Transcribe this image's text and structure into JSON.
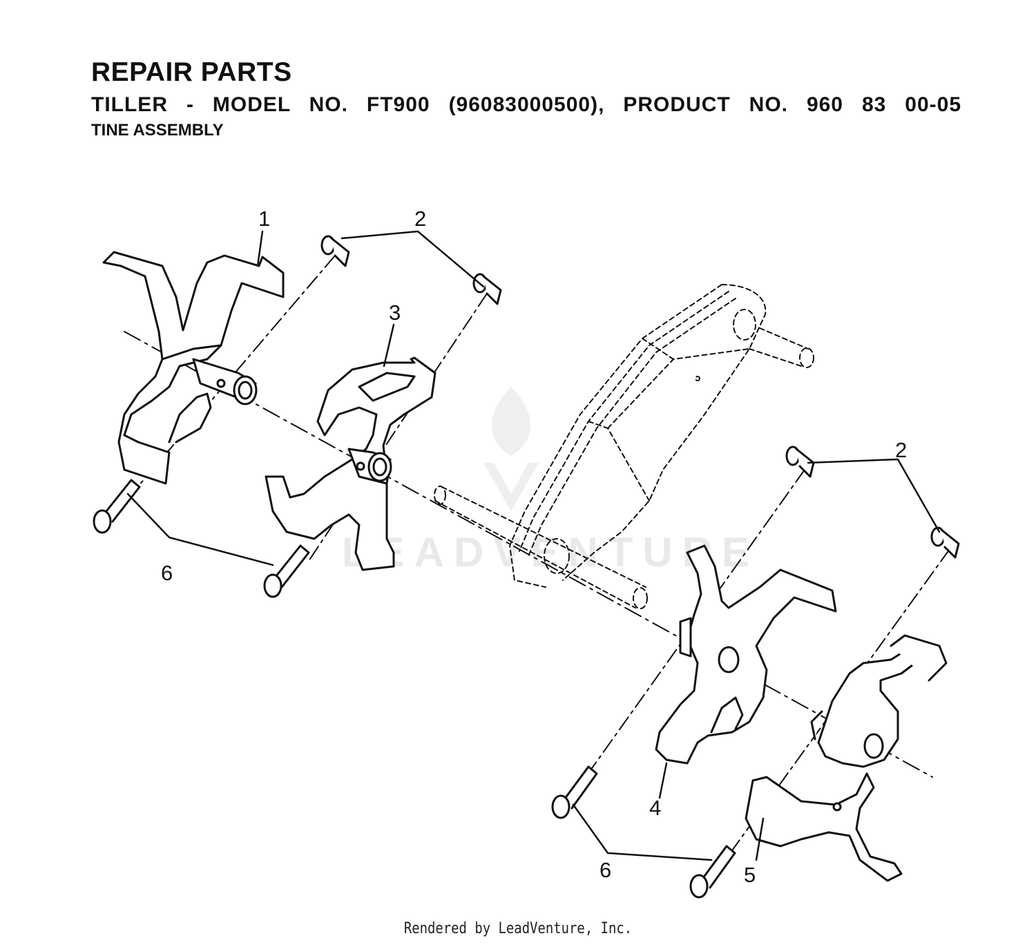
{
  "header": {
    "title": "REPAIR PARTS",
    "subtitle": "TILLER - MODEL NO. FT900 (96083000500), PRODUCT NO. 960 83 00-05",
    "section": "TINE ASSEMBLY"
  },
  "callouts": {
    "c1": "1",
    "c2a": "2",
    "c3": "3",
    "c6a": "6",
    "c2b": "2",
    "c4": "4",
    "c6b": "6",
    "c5": "5"
  },
  "watermark": "LEADVENTURE",
  "footer": "Rendered by LeadVenture, Inc."
}
